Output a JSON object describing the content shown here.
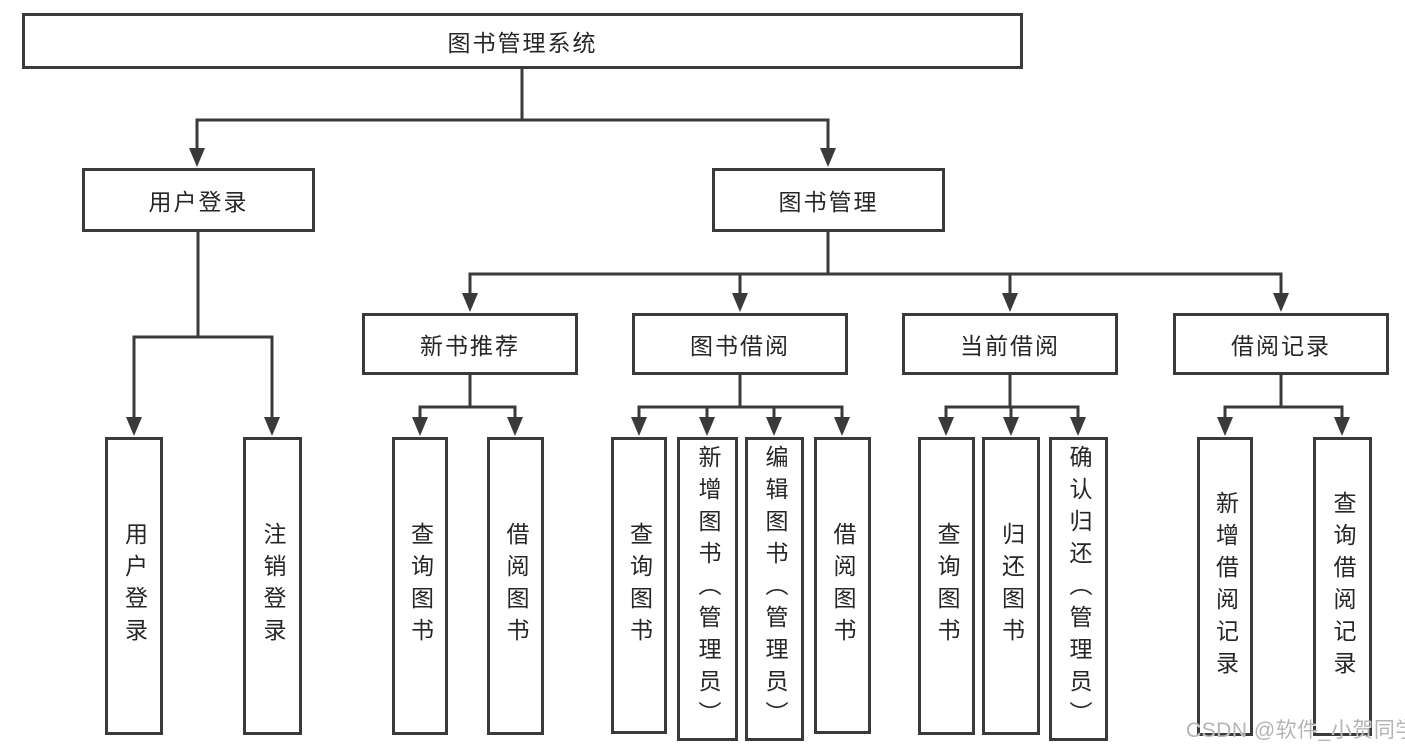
{
  "nodes": {
    "root": {
      "label": "图书管理系统"
    },
    "user_login": {
      "label": "用户登录"
    },
    "book_management": {
      "label": "图书管理"
    },
    "new_book_recommend": {
      "label": "新书推荐"
    },
    "book_borrow": {
      "label": "图书借阅"
    },
    "current_borrow": {
      "label": "当前借阅"
    },
    "borrow_records": {
      "label": "借阅记录"
    },
    "leaf_user_login": {
      "label": "用户登录"
    },
    "leaf_logout": {
      "label": "注销登录"
    },
    "leaf_nb_query_books": {
      "label": "查询图书"
    },
    "leaf_nb_borrow_books": {
      "label": "借阅图书"
    },
    "leaf_bb_query_books": {
      "label": "查询图书"
    },
    "leaf_bb_add_books": {
      "label": "新增图书（管理员）"
    },
    "leaf_bb_edit_books": {
      "label": "编辑图书（管理员）"
    },
    "leaf_bb_borrow_books": {
      "label": "借阅图书"
    },
    "leaf_cb_query_books": {
      "label": "查询图书"
    },
    "leaf_cb_return_books": {
      "label": "归还图书"
    },
    "leaf_cb_confirm_return": {
      "label": "确认归还（管理员）"
    },
    "leaf_br_add_record": {
      "label": "新增借阅记录"
    },
    "leaf_br_query_record": {
      "label": "查询借阅记录"
    }
  },
  "watermark": {
    "text": "CSDN @软件_小贺同学"
  },
  "colors": {
    "line": "#3a3a3a",
    "text": "#262626",
    "background": "#ffffff",
    "watermark": "#b5b5b5"
  }
}
